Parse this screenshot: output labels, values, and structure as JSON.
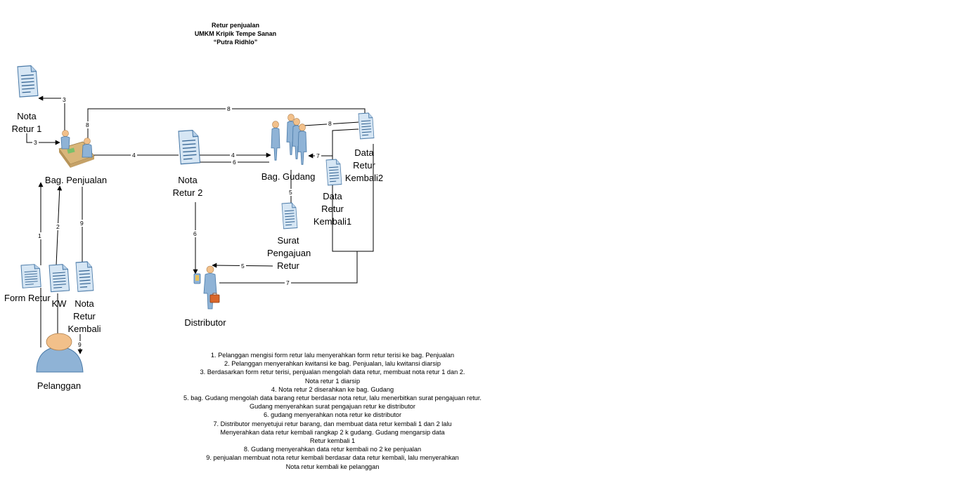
{
  "title": {
    "line1": "Retur penjualan",
    "line2": "UMKM Kripik Tempe Sanan",
    "line3": "“Putra Ridhlo”"
  },
  "labels": {
    "nota_retur_1": [
      "Nota",
      "Retur 1"
    ],
    "bag_penjualan": "Bag. Penjualan",
    "nota_retur_2": [
      "Nota",
      "Retur 2"
    ],
    "bag_gudang": "Bag. Gudang",
    "data_retur_kembali2": [
      "Data",
      "Retur",
      "Kembali2"
    ],
    "data_retur_kembali1": [
      "Data",
      "Retur",
      "Kembali1"
    ],
    "surat_pengajuan_retur": [
      "Surat",
      "Pengajuan",
      "Retur"
    ],
    "form_retur": "Form Retur",
    "kw": "KW",
    "nota_retur_kembali": [
      "Nota",
      "Retur",
      "Kembali"
    ],
    "distributor": "Distributor",
    "pelanggan": "Pelanggan"
  },
  "flow_numbers": {
    "n1": "1",
    "n2": "2",
    "n3a": "3",
    "n3b": "3",
    "n4a": "4",
    "n4b": "4",
    "n5a": "5",
    "n5b": "5",
    "n6a": "6",
    "n6b": "6",
    "n7a": "7",
    "n7b": "7",
    "n8a": "8",
    "n8b": "8",
    "n8c": "8",
    "n9a": "9",
    "n9b": "9"
  },
  "notes": [
    "1. Pelanggan mengisi form retur lalu menyerahkan form retur terisi ke bag. Penjualan",
    "2. Pelanggan menyerahkan kwitansi ke bag. Penjualan, lalu kwitansi diarsip",
    "3. Berdasarkan form retur terisi, penjualan mengolah data retur, membuat nota retur 1 dan 2.",
    "Nota retur 1 diarsip",
    "4. Nota retur 2 diserahkan ke bag. Gudang",
    "5. bag. Gudang mengolah data barang retur berdasar nota retur, lalu menerbitkan surat pengajuan retur.",
    "Gudang menyerahkan surat pengajuan retur ke distributor",
    "6. gudang menyerahkan nota retur ke distributor",
    "7. Distributor menyetujui retur barang, dan membuat data retur kembali 1 dan 2 lalu",
    "Menyerahkan data retur kembali rangkap 2 k gudang. Gudang mengarsip data",
    "Retur kembali 1",
    "8. Gudang menyerahkan data retur kembali no 2 ke penjualan",
    "9. penjualan membuat nota retur kembali berdasar data retur kembali, lalu menyerahkan",
    "Nota retur kembali ke pelanggan"
  ],
  "colors": {
    "figure_body": "#8fb3d6",
    "figure_edge": "#4a7aa8",
    "skin": "#f2c08a",
    "desk": "#d9b67a",
    "case": "#d9662b",
    "doc_fill": "#d6e6f4",
    "line": "#000000"
  }
}
